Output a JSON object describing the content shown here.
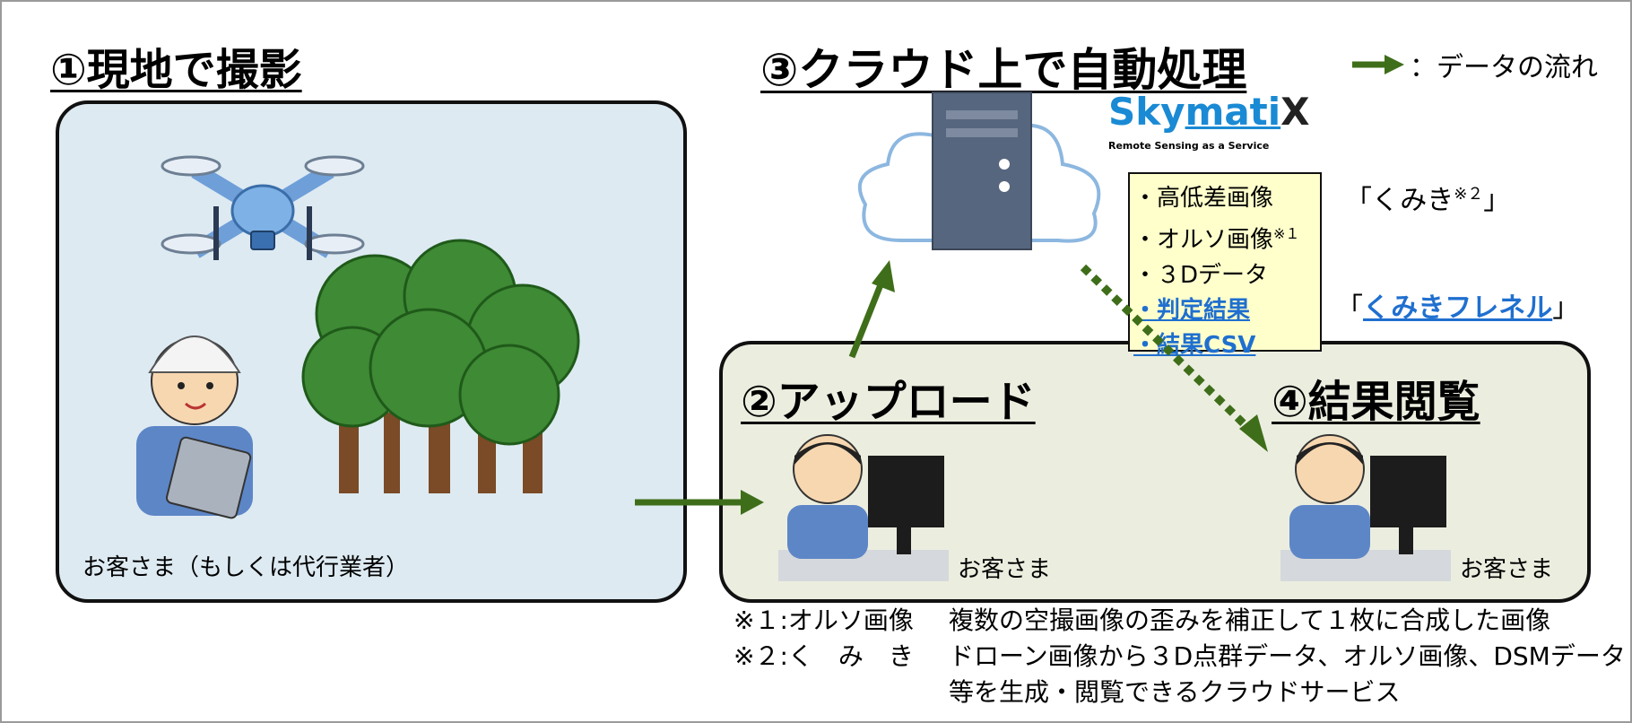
{
  "titles": {
    "step1": "①現地で撮影",
    "step2": "②アップロード",
    "step3": "③クラウド上で自動処理",
    "step4": "④結果閲覧"
  },
  "legend": {
    "text": "：データの流れ"
  },
  "logo": {
    "name_part1": "Sky",
    "name_part2": "mati",
    "name_part3": "X",
    "tagline": "Remote Sensing as a Service"
  },
  "infobox": {
    "items": [
      "・高低差画像",
      "・オルソ画像",
      "・３Dデータ"
    ],
    "ortho_sup": "※１",
    "links": [
      "・判定結果",
      "・結果CSV"
    ]
  },
  "kumiki": {
    "open": "「くみき",
    "sup": "※２",
    "close": "」"
  },
  "fresnel": {
    "open": "「",
    "link": "くみきフレネル",
    "close": "」"
  },
  "people": {
    "field": "お客さま（もしくは代行業者）",
    "upload": "お客さま",
    "viewer": "お客さま"
  },
  "notes": [
    {
      "key": "※１:オルソ画像",
      "text": "複数の空撮画像の歪みを補正して１枚に合成した画像"
    },
    {
      "key": "※２:く　み　き",
      "text": "ドローン画像から３D点群データ、オルソ画像、DSMデータ"
    }
  ],
  "note_cont": "等を生成・閲覧できるクラウドサービス",
  "colors": {
    "arrow": "#3f6e1a",
    "panel_field": "#ddeaf2",
    "panel_office": "#ebeedf",
    "infobox": "#ffffcc",
    "link": "#1f6fcf",
    "logo_blue": "#1a8ad4"
  }
}
